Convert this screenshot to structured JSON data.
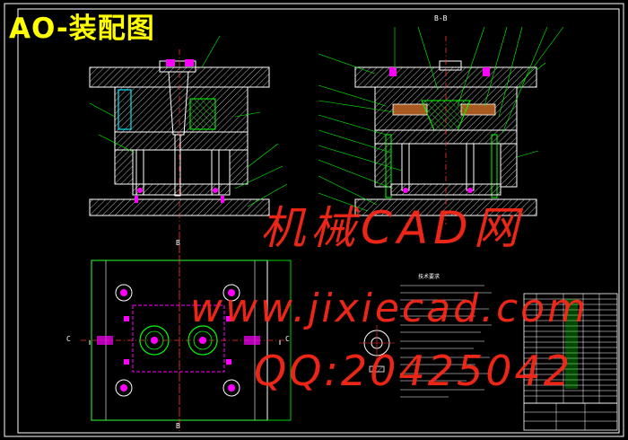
{
  "drawing": {
    "title": "AO-装配图",
    "tech_requirements_title": "技术要求",
    "section_labels": {
      "top_center": "B-B",
      "plan_top": "B",
      "plan_bottom": "B",
      "plan_left": "C",
      "plan_right": "C"
    }
  },
  "watermark": {
    "site_cn": "机械CAD网",
    "url": "www.jixiecad.com",
    "qq": "QQ:20425042"
  },
  "colors": {
    "background": "#000000",
    "outline": "#ffffff",
    "hatch": "#00ff00",
    "part": "#ff00ff",
    "centerline": "#ff3030",
    "title": "#ffff00",
    "watermark": "#ff2a1a"
  }
}
